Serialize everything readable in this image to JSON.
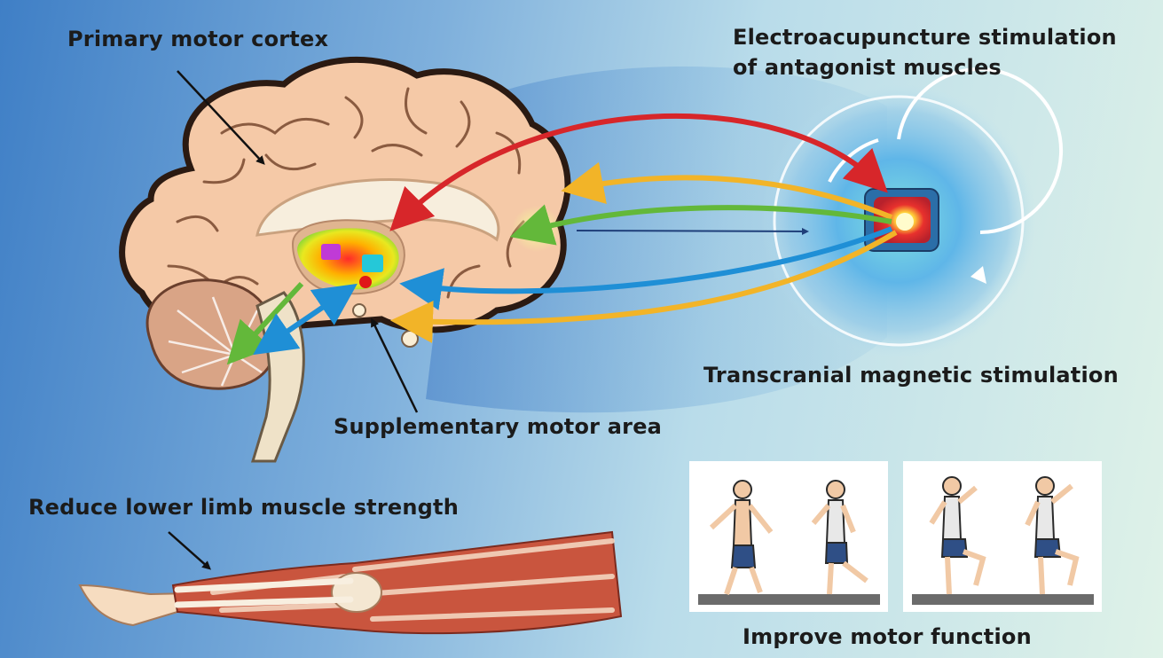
{
  "labels": {
    "primary_motor_cortex": "Primary motor cortex",
    "electroacupuncture_line1": "Electroacupuncture stimulation",
    "electroacupuncture_line2": "of antagonist muscles",
    "tms": "Transcranial magnetic stimulation",
    "sma": "Supplementary motor area",
    "reduce_strength": "Reduce lower limb muscle strength",
    "improve_function": "Improve motor function"
  },
  "colors": {
    "red_arrow": "#d7262a",
    "yellow_arrow": "#f2b428",
    "green_arrow": "#63b83a",
    "blue_arrow": "#1f8fd6",
    "brain_fill": "#f5c9a7",
    "muscle": "#c9553e",
    "floor_mat": "#6b6b6b"
  },
  "icons": [
    "brain-illustration",
    "tms-coil-icon",
    "leg-muscle-illustration",
    "walking-figure-icon",
    "knee-raise-figure-icon"
  ]
}
